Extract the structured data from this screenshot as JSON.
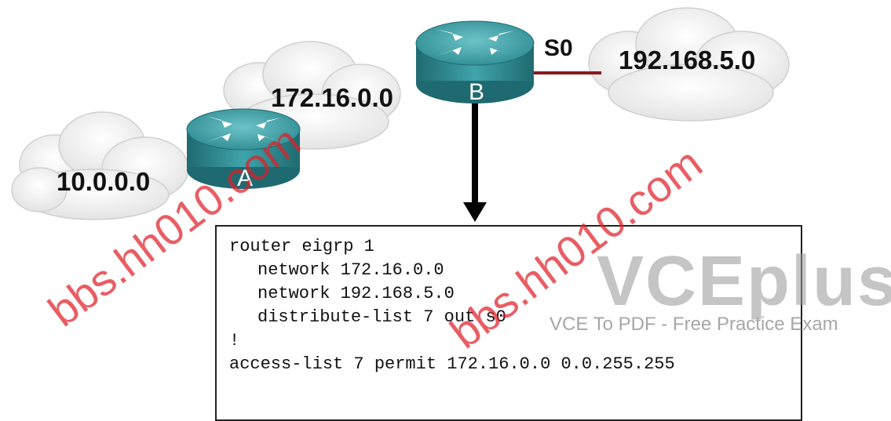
{
  "networks": {
    "left": "10.0.0.0",
    "middle": "172.16.0.0",
    "right": "192.168.5.0"
  },
  "routers": {
    "a": "A",
    "b": "B"
  },
  "interface_label": "S0",
  "config_lines": [
    "router eigrp 1",
    "network 172.16.0.0",
    "network 192.168.5.0",
    "distribute-list 7 out s0",
    "!",
    "access-list 7 permit 172.16.0.0 0.0.255.255"
  ],
  "watermarks": {
    "left": "bbs.hh010.com",
    "right": "bbs.hh010.com",
    "logo": "VCEplus",
    "tagline": "VCE To PDF - Free Practice Exam"
  },
  "colors": {
    "router_teal": "#3a9aa0",
    "serial_link": "#8b1a1a",
    "watermark_red": "#e11e28"
  }
}
